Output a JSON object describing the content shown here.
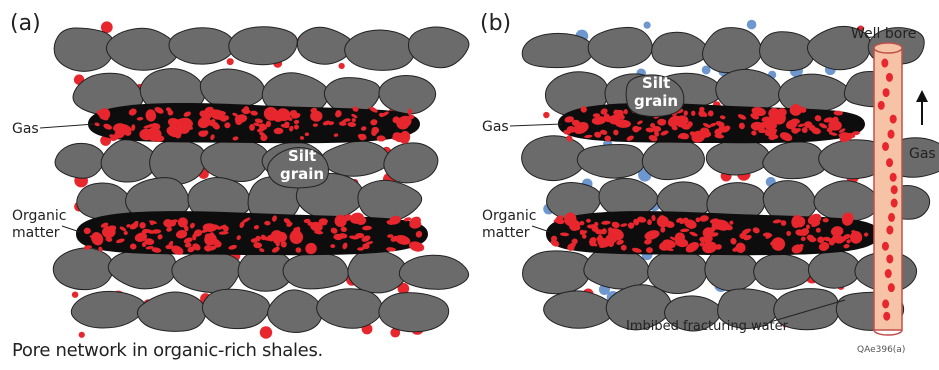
{
  "panels": [
    {
      "tag": "(a)",
      "labels": {
        "gas": "Gas",
        "organic_1": "Organic",
        "organic_2": "matter",
        "silt_1": "Silt",
        "silt_2": "grain"
      }
    },
    {
      "tag": "(b)",
      "labels": {
        "gas": "Gas",
        "organic_1": "Organic",
        "organic_2": "matter",
        "silt_1": "Silt",
        "silt_2": "grain"
      },
      "well_bore": "Well bore",
      "gas_flow": "Gas",
      "water_label": "Imbibed fracturing water",
      "figure_id": "QAe396(a)"
    }
  ],
  "caption": "Pore network in organic-rich shales.",
  "colors": {
    "grain": "#6b6b6b",
    "grain_outline": "#222222",
    "organic_matter": "#0d0d0d",
    "gas_pore": "#e8262d",
    "water_pore": "#6f97cf",
    "well_bore_fill": "#f6c3a6",
    "well_bore_outline": "#c0504d"
  }
}
